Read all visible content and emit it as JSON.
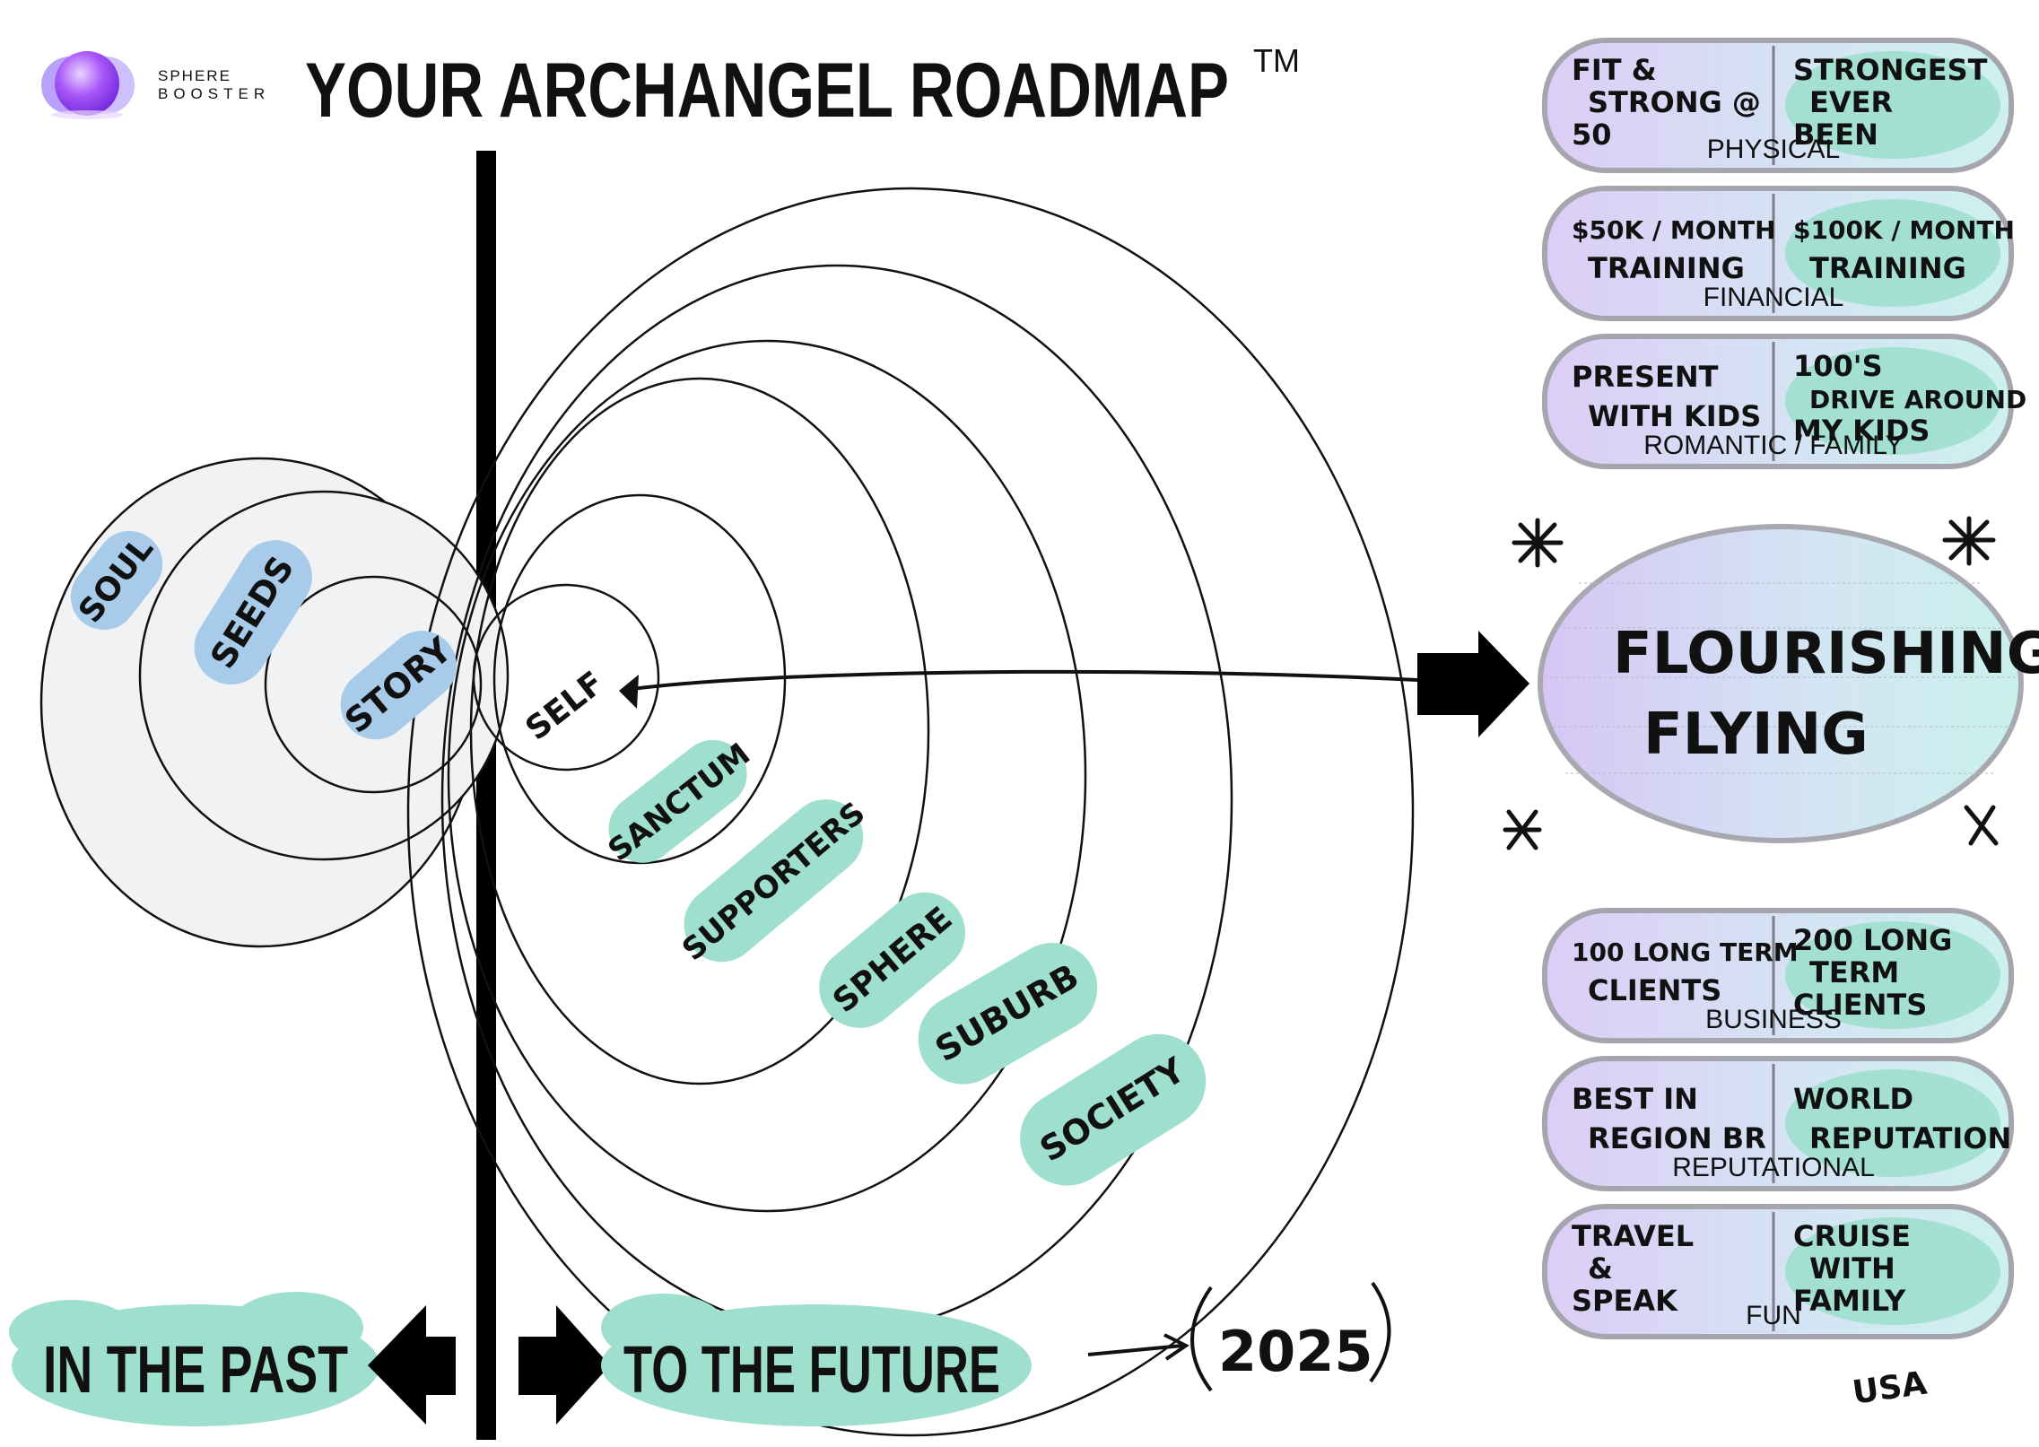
{
  "brand": {
    "line1": "SPHERE",
    "line2": "BOOSTER",
    "logo_colors": [
      "#a855f7",
      "#7c3aed",
      "#c084fc"
    ]
  },
  "title": "YOUR ARCHANGEL ROADMAP",
  "trademark": "TM",
  "past": {
    "label": "IN THE PAST",
    "circles": [
      {
        "key": "soul",
        "text": "SOUL"
      },
      {
        "key": "seeds",
        "text": "SEEDS"
      },
      {
        "key": "story",
        "text": "STORY"
      }
    ]
  },
  "future": {
    "label": "TO THE FUTURE",
    "year_note": "2025",
    "circles": [
      {
        "key": "self",
        "text": "SELF"
      },
      {
        "key": "sanctum",
        "text": "SANCTUM"
      },
      {
        "key": "supporters",
        "text": "SUPPORTERS"
      },
      {
        "key": "sphere",
        "text": "SPHERE"
      },
      {
        "key": "suburb",
        "text": "SUBURB"
      },
      {
        "key": "society",
        "text": "SOCIETY"
      }
    ]
  },
  "goal": {
    "line1": "FLOURISHING",
    "line2": "FLYING"
  },
  "pillars": [
    {
      "category": "PHYSICAL",
      "now": [
        "FIT &",
        "STRONG @",
        "50"
      ],
      "target": [
        "STRONGEST",
        "EVER",
        "BEEN"
      ]
    },
    {
      "category": "FINANCIAL",
      "now": [
        "$50K / MONTH",
        "TRAINING"
      ],
      "target": [
        "$100K / MONTH",
        "TRAINING"
      ]
    },
    {
      "category": "ROMANTIC / FAMILY",
      "now": [
        "PRESENT",
        "WITH KIDS"
      ],
      "target": [
        "100'S",
        "DRIVE AROUND",
        "MY KIDS"
      ]
    },
    {
      "category": "BUSINESS",
      "now": [
        "100 LONG TERM",
        "CLIENTS"
      ],
      "target": [
        "200 LONG",
        "TERM",
        "CLIENTS"
      ]
    },
    {
      "category": "REPUTATIONAL",
      "now": [
        "BEST IN",
        "REGION BR"
      ],
      "target": [
        "WORLD",
        "REPUTATION"
      ]
    },
    {
      "category": "FUN",
      "now": [
        "TRAVEL",
        "&",
        "SPEAK"
      ],
      "target": [
        "CRUISE",
        "WITH",
        "FAMILY"
      ]
    }
  ],
  "extra_note": "USA",
  "colors": {
    "mint": "#9fdfce",
    "blue": "#a7cbe9",
    "past_fill": "#f1f2f4",
    "dark_green": "#1e4d3c",
    "pill_left": "#dccdf6",
    "pill_right": "#d2f1f1"
  }
}
